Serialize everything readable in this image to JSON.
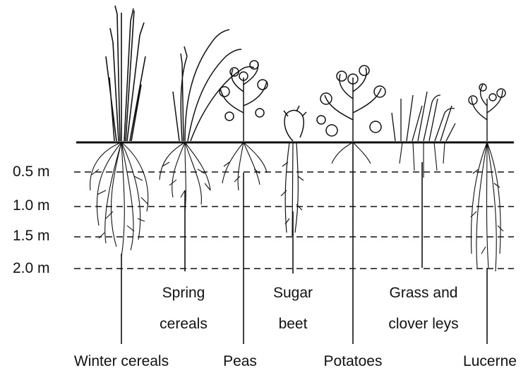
{
  "depth_labels": [
    "0.5 m",
    "1.0 m",
    "1.5 m",
    "2.0 m"
  ],
  "crops": {
    "winter_cereals": "Winter cereals",
    "spring_cereals_line1": "Spring",
    "spring_cereals_line2": "cereals",
    "peas": "Peas",
    "sugar_beet_line1": "Sugar",
    "sugar_beet_line2": "beet",
    "potatoes": "Potatoes",
    "grass_line1": "Grass and",
    "grass_line2": "clover leys",
    "lucerne": "Lucerne"
  },
  "root_depth_m": {
    "winter_cereals": 2.0,
    "spring_cereals": 2.0,
    "peas": 1.0,
    "sugar_beet": 2.0,
    "potatoes": 0.5,
    "grass_and_clover_leys": 2.0,
    "lucerne": 2.0
  }
}
